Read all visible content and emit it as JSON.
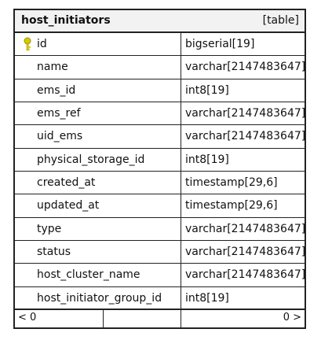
{
  "table": {
    "name": "host_initiators",
    "type_label": "[table]",
    "key_color": "#d6c900",
    "columns": [
      {
        "name": "id",
        "type": "bigserial[19]",
        "primary_key": true,
        "icon": "key-icon"
      },
      {
        "name": "name",
        "type": "varchar[2147483647]"
      },
      {
        "name": "ems_id",
        "type": "int8[19]"
      },
      {
        "name": "ems_ref",
        "type": "varchar[2147483647]"
      },
      {
        "name": "uid_ems",
        "type": "varchar[2147483647]"
      },
      {
        "name": "physical_storage_id",
        "type": "int8[19]"
      },
      {
        "name": "created_at",
        "type": "timestamp[29,6]"
      },
      {
        "name": "updated_at",
        "type": "timestamp[29,6]"
      },
      {
        "name": "type",
        "type": "varchar[2147483647]"
      },
      {
        "name": "status",
        "type": "varchar[2147483647]"
      },
      {
        "name": "host_cluster_name",
        "type": "varchar[2147483647]"
      },
      {
        "name": "host_initiator_group_id",
        "type": "int8[19]"
      }
    ]
  },
  "footer": {
    "left": "< 0",
    "right": "0 >"
  }
}
